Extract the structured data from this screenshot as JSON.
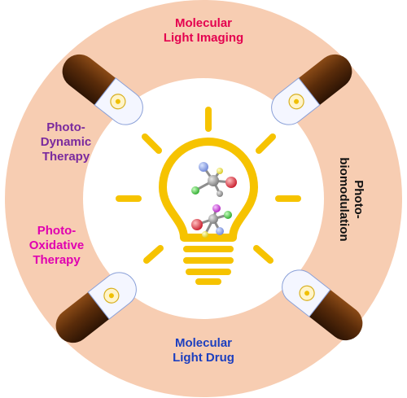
{
  "labels": {
    "molecular_light_imaging": [
      "Molecular",
      "Light Imaging"
    ],
    "photo_dynamic_therapy": [
      "Photo-",
      "Dynamic",
      "Therapy"
    ],
    "photo_oxidative_therapy": [
      "Photo-",
      "Oxidative",
      "Therapy"
    ],
    "photo_biomodulation": [
      "Photo-",
      "biomodulation"
    ],
    "molecular_light_drug": [
      "Molecular",
      "Light Drug"
    ]
  },
  "colors": {
    "ring": "#f7cdb2",
    "inner": "#ffffff",
    "bulb": "#f6c300",
    "imaging_text": "#e4004f",
    "pdt_text": "#7a2a9e",
    "pot_text": "#e000b0",
    "pbm_text": "#111111",
    "drug_text": "#1c3fbf",
    "capsule_dark": "#5a2c0a",
    "capsule_light": "#f4f6ff"
  },
  "icons": [
    "capsule-icon",
    "lightbulb-icon",
    "molecule-icon",
    "light-ray-icon"
  ]
}
